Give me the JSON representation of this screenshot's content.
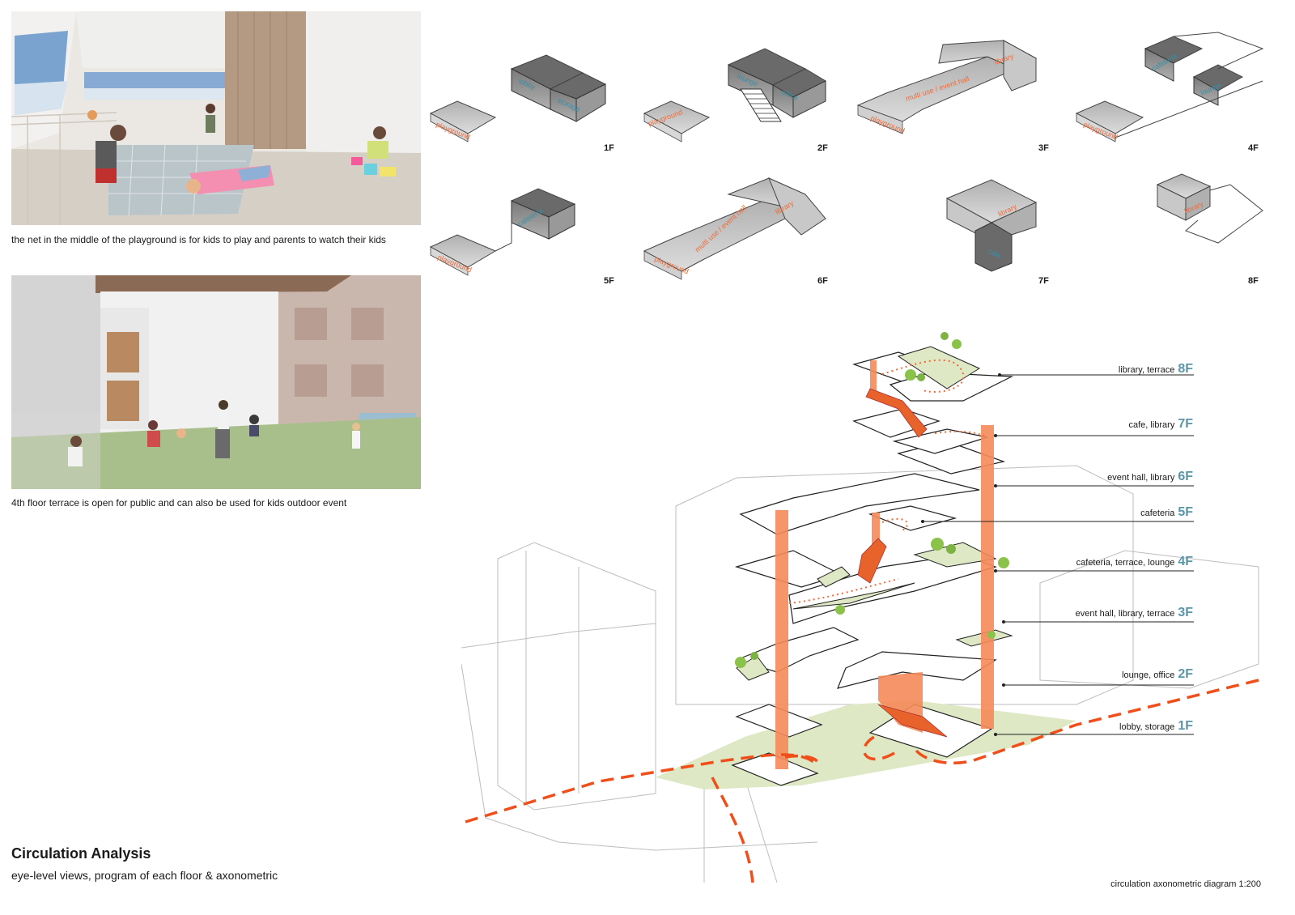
{
  "views": [
    {
      "caption": "the net in the middle of the playground is for kids to play and parents to watch their kids"
    },
    {
      "caption": "4th floor terrace is open for public and can also be used for kids outdoor event"
    }
  ],
  "floor_plans": [
    {
      "floor": "1F",
      "rooms": [
        "playground",
        "lobby",
        "storage"
      ]
    },
    {
      "floor": "2F",
      "rooms": [
        "playground",
        "lounge",
        "office"
      ]
    },
    {
      "floor": "3F",
      "rooms": [
        "playground",
        "multi use / event hall",
        "library"
      ]
    },
    {
      "floor": "4F",
      "rooms": [
        "playground",
        "cafeteria",
        "lounge"
      ]
    },
    {
      "floor": "5F",
      "rooms": [
        "playground",
        "cafeteria"
      ]
    },
    {
      "floor": "6F",
      "rooms": [
        "playground",
        "multi use / event hall",
        "library"
      ]
    },
    {
      "floor": "7F",
      "rooms": [
        "library",
        "cafe"
      ]
    },
    {
      "floor": "8F",
      "rooms": [
        "library"
      ]
    }
  ],
  "axonometric": {
    "levels": [
      {
        "desc": "library, terrace",
        "floor": "8F"
      },
      {
        "desc": "cafe, library",
        "floor": "7F"
      },
      {
        "desc": "event hall, library",
        "floor": "6F"
      },
      {
        "desc": "cafeteria",
        "floor": "5F"
      },
      {
        "desc": "cafeteria, terrace, lounge",
        "floor": "4F"
      },
      {
        "desc": "event hall, library, terrace",
        "floor": "3F"
      },
      {
        "desc": "lounge, office",
        "floor": "2F"
      },
      {
        "desc": "lobby, storage",
        "floor": "1F"
      }
    ]
  },
  "title": "Circulation Analysis",
  "subtitle": "eye-level views, program of each floor & axonometric",
  "scale_note": "circulation axonometric diagram 1:200",
  "colors": {
    "accent_orange": "#f26b3a",
    "teal": "#3a8fa8",
    "floor_blue": "#5b95a8",
    "grass": "#dfe8c4",
    "grey_box": "#8a8a8a"
  }
}
